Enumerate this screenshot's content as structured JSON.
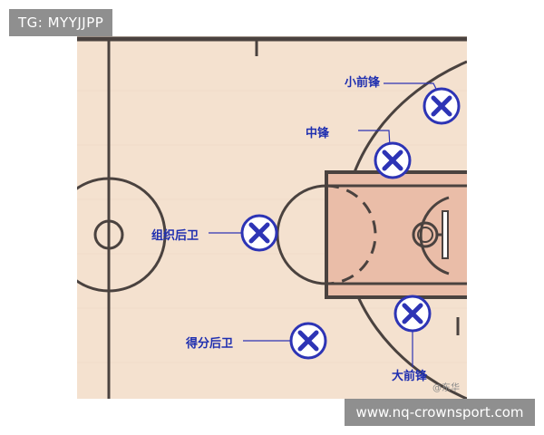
{
  "top_badge": "TG: MYYJJPP",
  "bottom_badge": "www.nq-crownsport.com",
  "watermark": "@东华",
  "positions": {
    "small_forward": "小前锋",
    "center": "中锋",
    "point_guard": "组织后卫",
    "shooting_guard": "得分后卫",
    "power_forward": "大前锋"
  },
  "marker_symbol": "X",
  "colors": {
    "floor": "#f4e1cf",
    "paint": "#eabda8",
    "lines": "#4a423f",
    "marker": "#2d34b5",
    "label": "#1f2fb0",
    "badge": "#8f8f8f"
  }
}
